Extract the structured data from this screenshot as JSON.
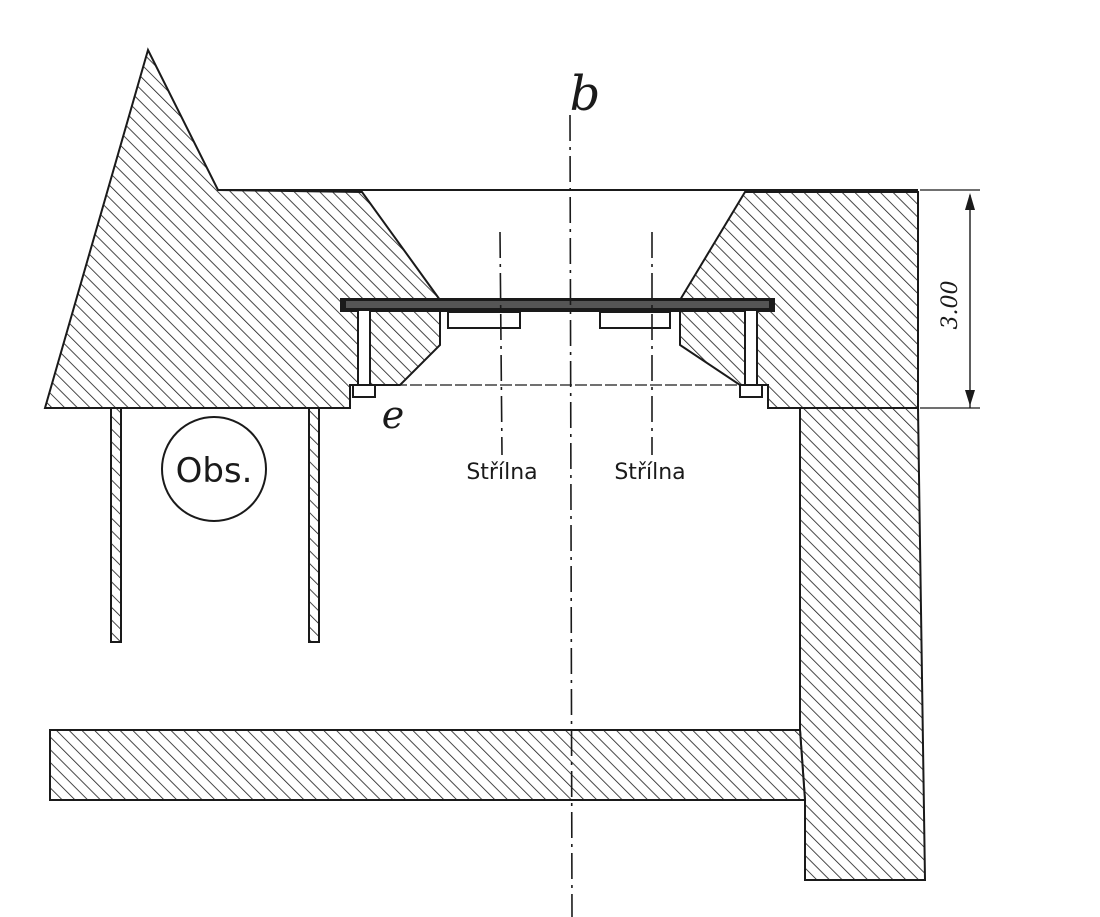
{
  "labels": {
    "section_mark_top": "b",
    "section_mark_left": "e",
    "dimension": "3.00",
    "observation": "Obs.",
    "embrasure_left": "Střílna",
    "embrasure_right": "Střílna"
  },
  "colors": {
    "ink": "#1a1a1a",
    "paper": "#ffffff"
  }
}
